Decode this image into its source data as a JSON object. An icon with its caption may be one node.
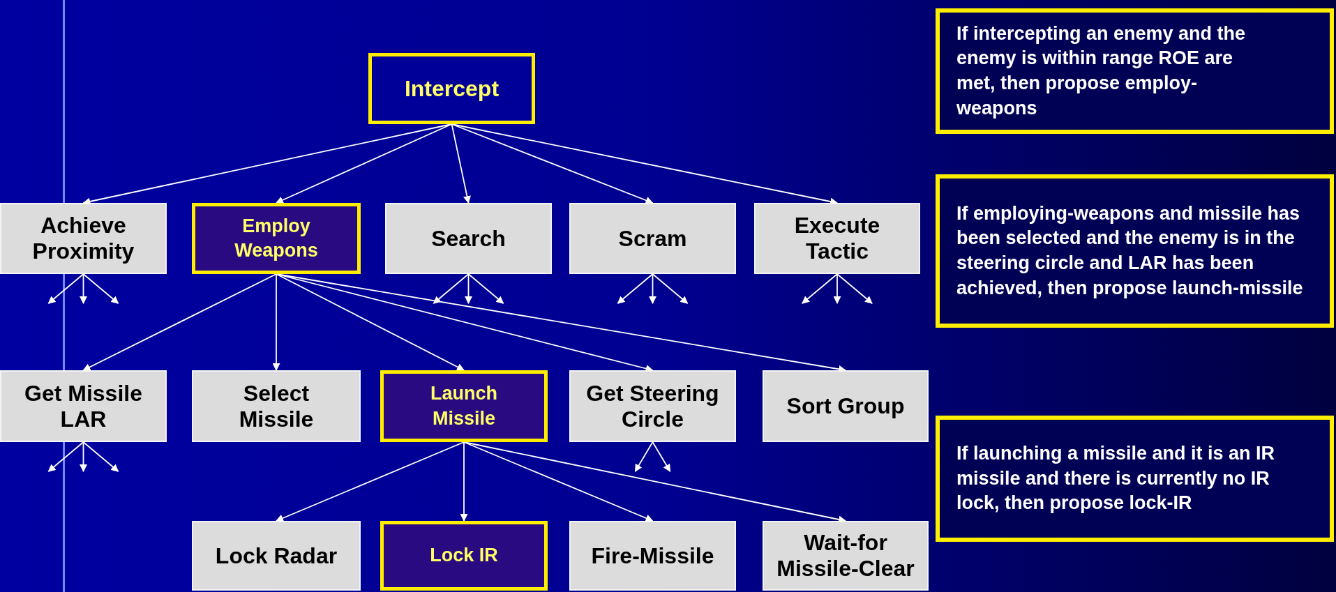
{
  "diagram": {
    "nodes": [
      {
        "text": [
          "Intercept"
        ]
      },
      {
        "text": [
          "If intercepting an enemy and the enemy is within range ROE are met, then propose employ-weapons"
        ]
      },
      {
        "text": [
          "Achieve Proximity"
        ]
      },
      {
        "text": [
          "Employ Weapons"
        ]
      },
      {
        "text": [
          "Search"
        ]
      },
      {
        "text": [
          "Scram"
        ]
      },
      {
        "text": [
          "Execute Tactic"
        ]
      },
      {
        "text": [
          "If employing-weapons and missile has been selected and the enemy is in the steering circle and LAR has been achieved, then propose launch-missile"
        ]
      },
      {
        "text": [
          "Get Missile LAR"
        ]
      },
      {
        "text": [
          "Select Missile"
        ]
      },
      {
        "text": [
          "Launch Missile"
        ]
      },
      {
        "text": [
          "Get Steering Circle"
        ]
      },
      {
        "text": [
          "Sort Group"
        ]
      },
      {
        "text": [
          "If launching a missile and it is an IR missile and there is currently no IR lock, then propose lock-IR"
        ]
      },
      {
        "text": [
          "Lock Radar"
        ]
      },
      {
        "text": [
          "Lock IR"
        ]
      },
      {
        "text": [
          "Fire-Missile"
        ]
      },
      {
        "text": [
          "Wait-for Missile-Clear"
        ]
      }
    ],
    "edges": [
      {
        "from": 0,
        "to": 2,
        "arrow": "to"
      },
      {
        "from": 0,
        "to": 3,
        "arrow": "to"
      },
      {
        "from": 0,
        "to": 4,
        "arrow": "to"
      },
      {
        "from": 0,
        "to": 5,
        "arrow": "to"
      },
      {
        "from": 0,
        "to": 6,
        "arrow": "to"
      },
      {
        "from": 3,
        "to": 8,
        "arrow": "to"
      },
      {
        "from": 3,
        "to": 9,
        "arrow": "to"
      },
      {
        "from": 3,
        "to": 10,
        "arrow": "to"
      },
      {
        "from": 3,
        "to": 11,
        "arrow": "to"
      },
      {
        "from": 3,
        "to": 12,
        "arrow": "to"
      },
      {
        "from": 10,
        "to": 14,
        "arrow": "to"
      },
      {
        "from": 10,
        "to": 15,
        "arrow": "to"
      },
      {
        "from": 10,
        "to": 16,
        "arrow": "to"
      },
      {
        "from": 10,
        "to": 17,
        "arrow": "to"
      },
      {
        "from": 2,
        "to": null,
        "arrow": "to"
      },
      {
        "from": 2,
        "to": null,
        "arrow": "to"
      },
      {
        "from": 2,
        "to": null,
        "arrow": "to"
      },
      {
        "from": 4,
        "to": null,
        "arrow": "to"
      },
      {
        "from": 4,
        "to": null,
        "arrow": "to"
      },
      {
        "from": 4,
        "to": null,
        "arrow": "to"
      },
      {
        "from": 5,
        "to": null,
        "arrow": "to"
      },
      {
        "from": 5,
        "to": null,
        "arrow": "to"
      },
      {
        "from": 5,
        "to": null,
        "arrow": "to"
      },
      {
        "from": 6,
        "to": null,
        "arrow": "to"
      },
      {
        "from": 6,
        "to": null,
        "arrow": "to"
      },
      {
        "from": 6,
        "to": null,
        "arrow": "to"
      },
      {
        "from": 8,
        "to": null,
        "arrow": "to"
      },
      {
        "from": 8,
        "to": null,
        "arrow": "to"
      },
      {
        "from": 8,
        "to": null,
        "arrow": "to"
      },
      {
        "from": 11,
        "to": null,
        "arrow": "to"
      },
      {
        "from": 11,
        "to": null,
        "arrow": "to"
      }
    ]
  }
}
